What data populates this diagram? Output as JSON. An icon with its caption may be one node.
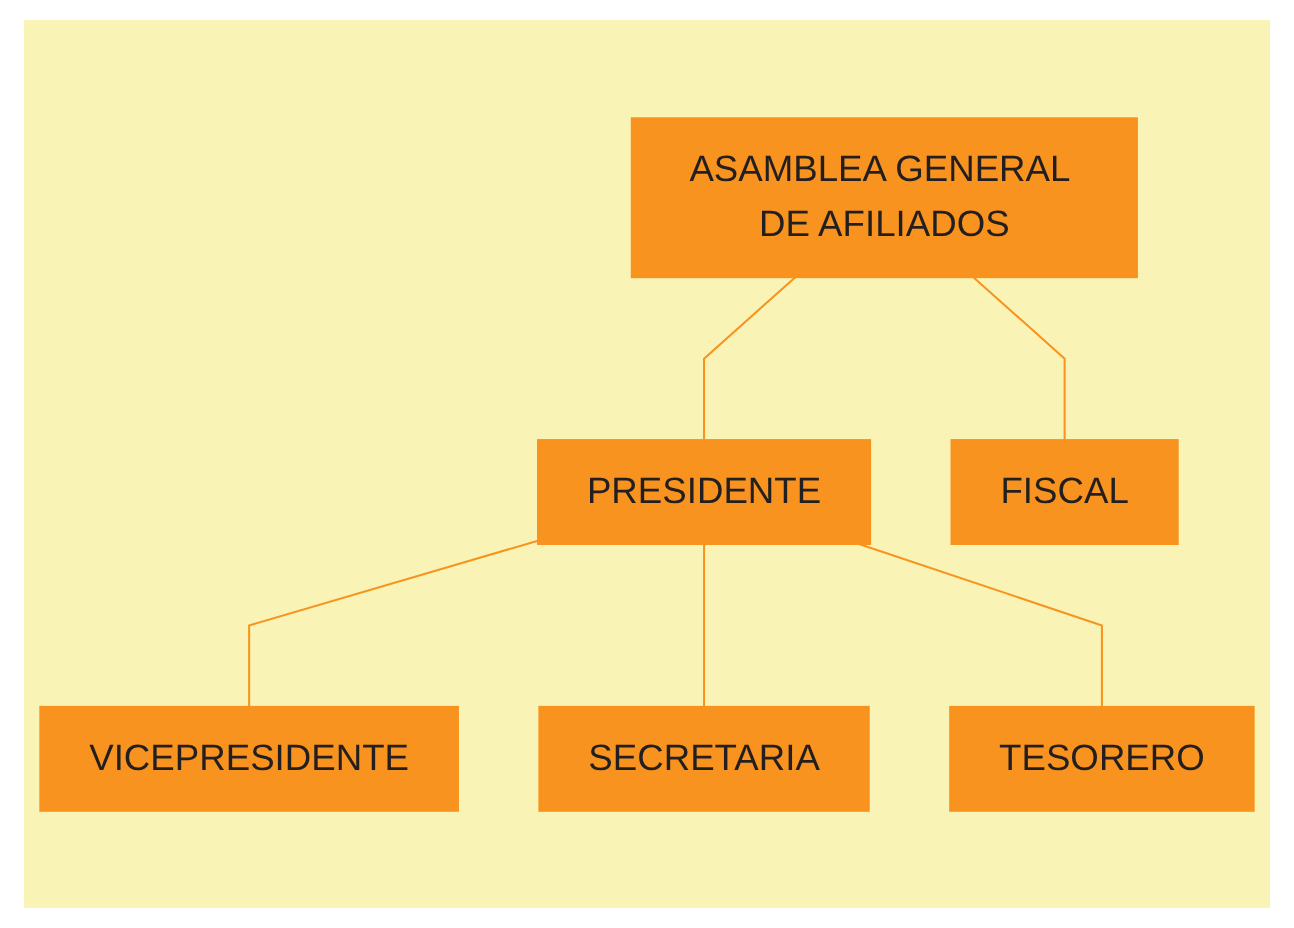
{
  "diagram": {
    "nodes": [
      {
        "text": [
          "ASAMBLEA GENERAL DE AFILIADOS"
        ]
      },
      {
        "text": [
          "FISCAL"
        ]
      },
      {
        "text": [
          "PRESIDENTE"
        ]
      },
      {
        "text": [
          "VICEPRESIDENTE"
        ]
      },
      {
        "text": [
          "SECRETARIA"
        ]
      },
      {
        "text": [
          "TESORERO"
        ]
      }
    ],
    "edges": [
      {
        "from": 0,
        "to": 2,
        "arrow": "none"
      },
      {
        "from": 0,
        "to": 1,
        "arrow": "none"
      },
      {
        "from": 2,
        "to": 3,
        "arrow": "none"
      },
      {
        "from": 2,
        "to": 4,
        "arrow": "none"
      },
      {
        "from": 2,
        "to": 5,
        "arrow": "none"
      }
    ]
  }
}
